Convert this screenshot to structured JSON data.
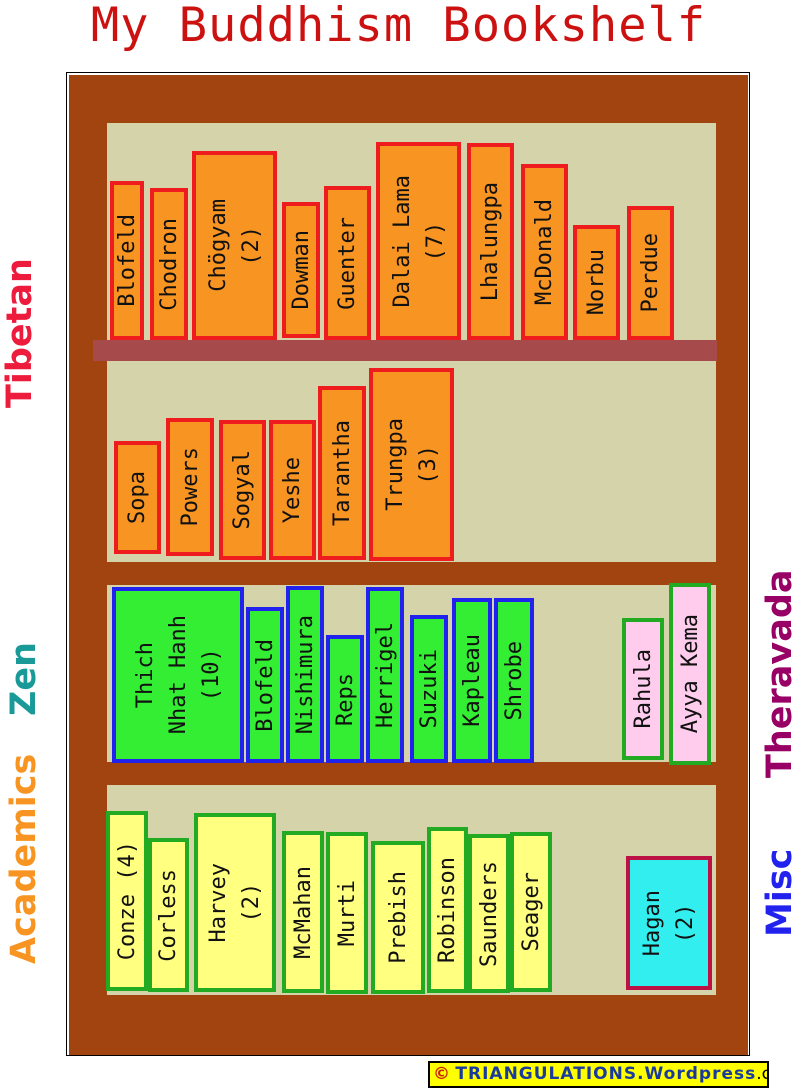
{
  "title": "My Buddhism Bookshelf",
  "colors": {
    "case": "#a24410",
    "shelf": "#d4d3aa",
    "ledge": "#a64a4c",
    "tibetan": "#f89422",
    "zen": "#33ee33",
    "theravada": "#ffccee",
    "academics": "#ffff80",
    "misc": "#33eeee"
  },
  "sections": {
    "tibetan": "Tibetan",
    "zen": "Zen",
    "academics": "Academics",
    "theravada": "Theravada",
    "misc": "Misc"
  },
  "shelves": {
    "tibetan_top": [
      "Blofeld",
      "Chodron",
      "Chögyam\n(2)",
      "Dowman",
      "Guenter",
      "Dalai Lama\n(7)",
      "Lhalungpa",
      "McDonald",
      "Norbu",
      "Perdue"
    ],
    "tibetan_bottom": [
      "Sopa",
      "Powers",
      "Sogyal",
      "Yeshe",
      "Tarantha",
      "Trungpa\n(3)"
    ],
    "zen": [
      "Thich\nNhat Hanh\n(10)",
      "Blofeld",
      "Nishimura",
      "Reps",
      "Herrigel",
      "Suzuki",
      "Kapleau",
      "Shrobe"
    ],
    "theravada": [
      "Rahula",
      "Ayya Kema"
    ],
    "academics": [
      "Conze (4)",
      "Corless",
      "Harvey\n(2)",
      "McMahan",
      "Murti",
      "Prebish",
      "Robinson",
      "Saunders",
      "Seager"
    ],
    "misc": [
      "Hagan\n(2)"
    ]
  },
  "credit": {
    "symbol": "©",
    "brand": "TRIANGULATIONS",
    "domain": ".Wordpress",
    "tld": ".com"
  }
}
